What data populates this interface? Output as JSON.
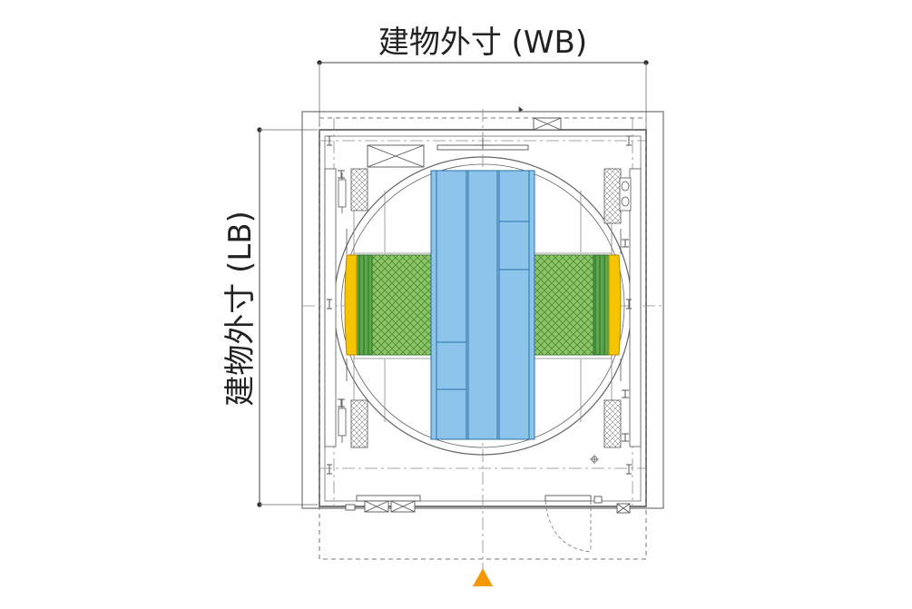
{
  "labels": {
    "width": "建物外寸 (WB)",
    "length": "建物外寸 (LB)"
  },
  "colors": {
    "line": "#4a4a4a",
    "thin": "#7a7a7a",
    "blue_fill": "#8cc4ea",
    "blue_stroke": "#2c6fa8",
    "green_fill": "#8dc565",
    "green_dark": "#3f8a3a",
    "yellow": "#f6c400",
    "orange_marker": "#f39800",
    "hatch_light": "#f3eee0"
  },
  "icons": {
    "entrance": "triangle-up-marker"
  }
}
